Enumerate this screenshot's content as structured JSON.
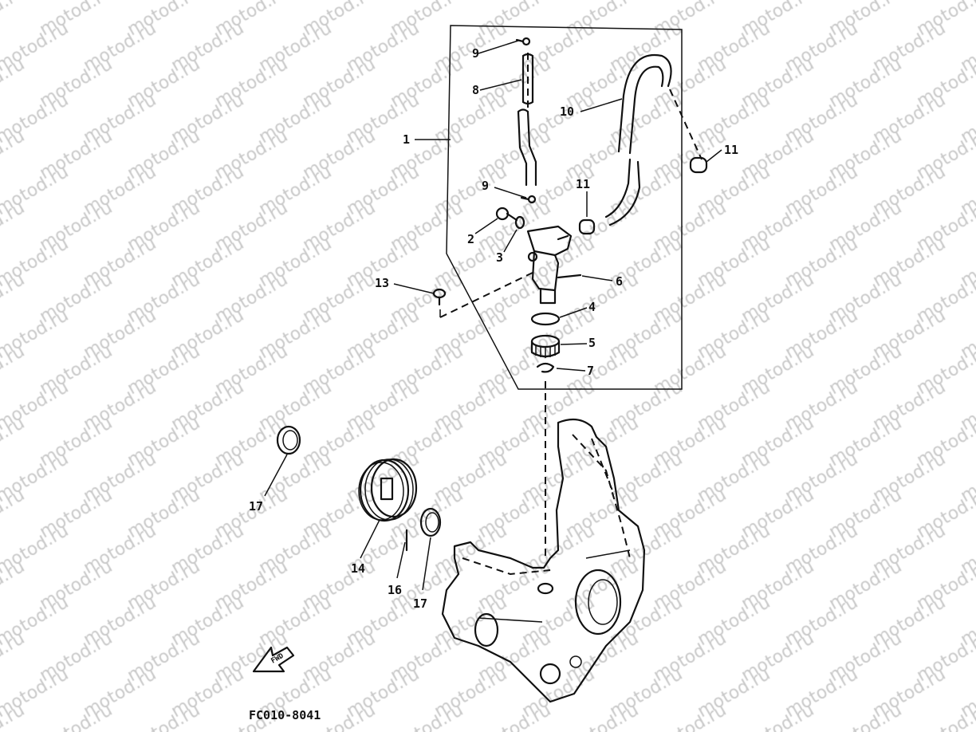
{
  "watermark": "motod.ru",
  "diagram_code": "FC010-8041",
  "fwd_label": "FWD",
  "callouts": [
    {
      "id": "c9a",
      "label": "9"
    },
    {
      "id": "c8",
      "label": "8"
    },
    {
      "id": "c1",
      "label": "1"
    },
    {
      "id": "c10",
      "label": "10"
    },
    {
      "id": "c11a",
      "label": "11"
    },
    {
      "id": "c9b",
      "label": "9"
    },
    {
      "id": "c11b",
      "label": "11"
    },
    {
      "id": "c2",
      "label": "2"
    },
    {
      "id": "c3",
      "label": "3"
    },
    {
      "id": "c6",
      "label": "6"
    },
    {
      "id": "c13",
      "label": "13"
    },
    {
      "id": "c4",
      "label": "4"
    },
    {
      "id": "c5",
      "label": "5"
    },
    {
      "id": "c7",
      "label": "7"
    },
    {
      "id": "c17a",
      "label": "17"
    },
    {
      "id": "c14",
      "label": "14"
    },
    {
      "id": "c16",
      "label": "16"
    },
    {
      "id": "c17b",
      "label": "17"
    }
  ]
}
